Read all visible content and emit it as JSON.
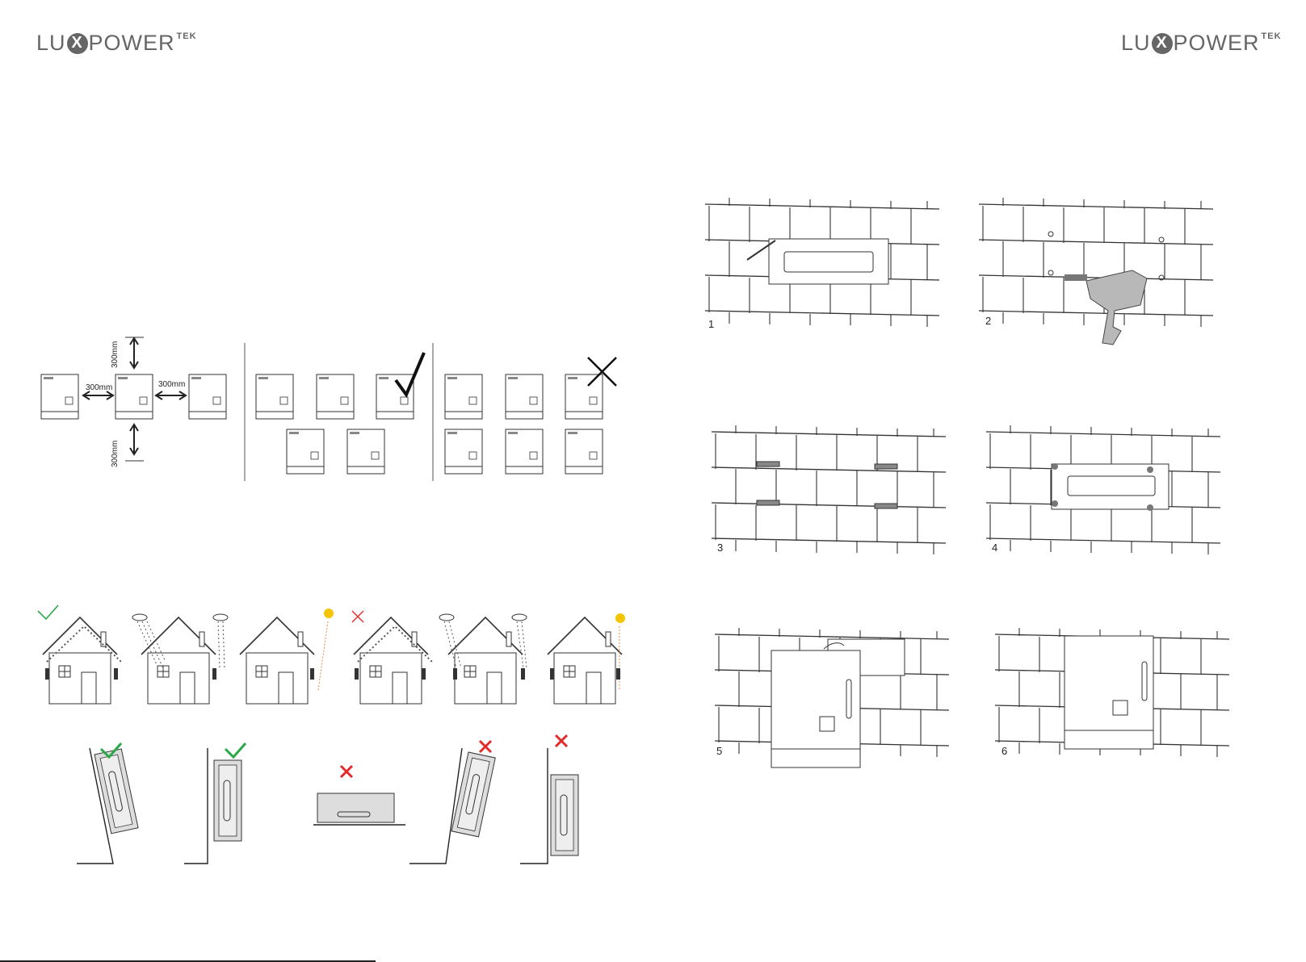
{
  "header": {
    "logo_left": {
      "prefix": "LU",
      "mark": "X",
      "suffix": "POWER",
      "tek": "TEK"
    },
    "logo_right": {
      "prefix": "LU",
      "mark": "X",
      "suffix": "POWER",
      "tek": "TEK"
    }
  },
  "clearance": {
    "top": "300mm",
    "left": "300mm",
    "right": "300mm",
    "bottom": "300mm"
  },
  "steps": [
    "1",
    "2",
    "3",
    "4",
    "5",
    "6"
  ],
  "colors": {
    "ok": "#2aa84a",
    "bad": "#e02b2b",
    "line": "#333333",
    "sun": "#f5c400"
  },
  "icons": [
    "check-icon",
    "cross-icon",
    "sun-icon",
    "rain-icon",
    "snow-icon",
    "drill-icon"
  ]
}
